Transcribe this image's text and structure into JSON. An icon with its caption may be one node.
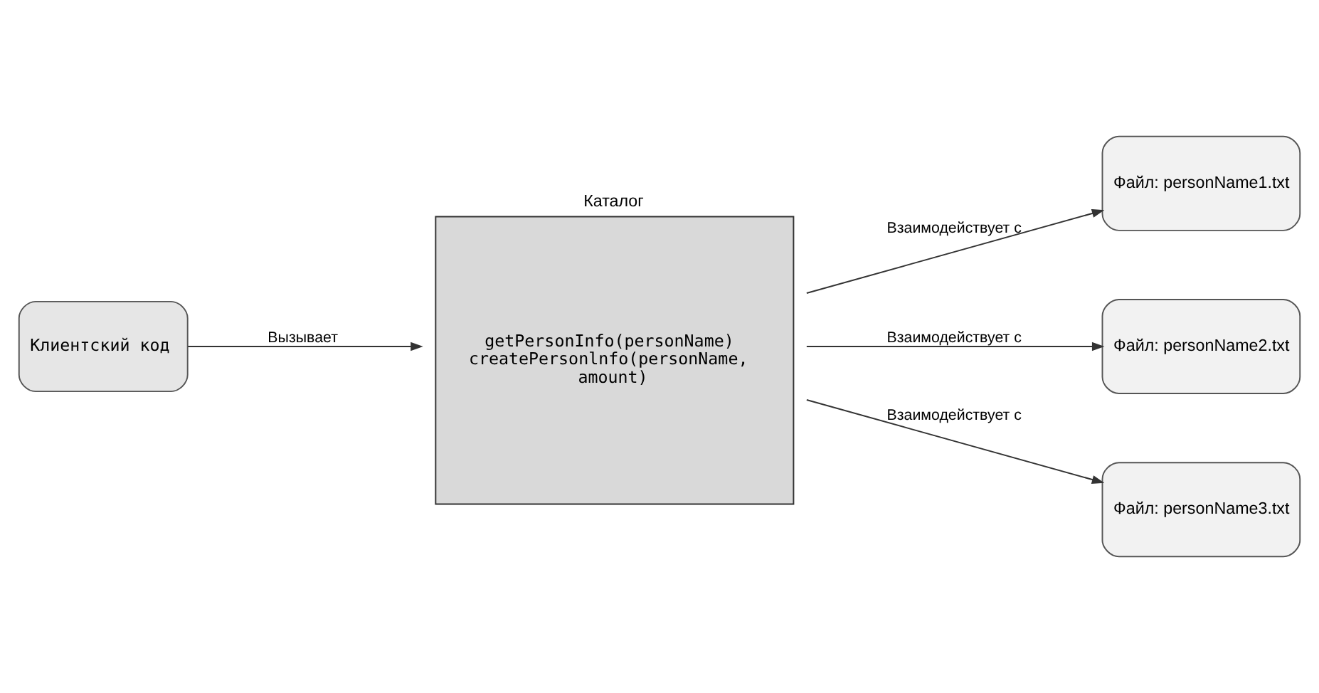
{
  "diagram": {
    "nodes": [
      {
        "text": [
          "Клиентский код"
        ]
      },
      {
        "text": [
          "Каталог",
          "getPersonInfo(personName) createPersonlnfo(personName, amount)"
        ]
      },
      {
        "text": [
          "Файл: personName1.txt"
        ]
      },
      {
        "text": [
          "Файл: personName2.txt"
        ]
      },
      {
        "text": [
          "Файл: personName3.txt"
        ]
      }
    ],
    "edges": [
      {
        "from": 0,
        "to": 1,
        "arrow": "to",
        "label": "Вызывает"
      },
      {
        "from": 1,
        "to": 2,
        "arrow": "to",
        "label": "Взаимодействует с"
      },
      {
        "from": 1,
        "to": 3,
        "arrow": "to",
        "label": "Взаимодействует с"
      },
      {
        "from": 1,
        "to": 4,
        "arrow": "to",
        "label": "Взаимодействует с"
      }
    ]
  }
}
